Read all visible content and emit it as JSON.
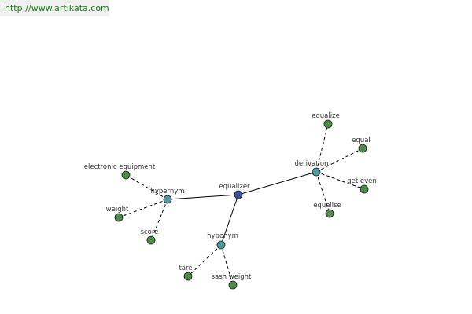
{
  "header": {
    "url": "http://www.artikata.com"
  },
  "colors": {
    "center": "#3a4e9e",
    "relation": "#4f9aa0",
    "leaf": "#4e8a4a",
    "edge": "#000000"
  },
  "nodes": [
    {
      "id": "equalizer",
      "label": "equalizer",
      "kind": "center"
    },
    {
      "id": "hypernym",
      "label": "hypernym",
      "kind": "relation"
    },
    {
      "id": "hyponym",
      "label": "hyponym",
      "kind": "relation"
    },
    {
      "id": "derivation",
      "label": "derivation",
      "kind": "relation"
    },
    {
      "id": "electronic-equipment",
      "label": "electronic equipment",
      "kind": "leaf"
    },
    {
      "id": "weight",
      "label": "weight",
      "kind": "leaf"
    },
    {
      "id": "score",
      "label": "score",
      "kind": "leaf"
    },
    {
      "id": "tare",
      "label": "tare",
      "kind": "leaf"
    },
    {
      "id": "sash-weight",
      "label": "sash weight",
      "kind": "leaf"
    },
    {
      "id": "equalize",
      "label": "equalize",
      "kind": "leaf"
    },
    {
      "id": "equal",
      "label": "equal",
      "kind": "leaf"
    },
    {
      "id": "get-even",
      "label": "get even",
      "kind": "leaf"
    },
    {
      "id": "equalise",
      "label": "equalise",
      "kind": "leaf"
    }
  ],
  "edges": [
    {
      "from": "equalizer",
      "to": "hypernym",
      "style": "solid"
    },
    {
      "from": "equalizer",
      "to": "hyponym",
      "style": "solid"
    },
    {
      "from": "equalizer",
      "to": "derivation",
      "style": "solid"
    },
    {
      "from": "hypernym",
      "to": "electronic-equipment",
      "style": "dashed"
    },
    {
      "from": "hypernym",
      "to": "weight",
      "style": "dashed"
    },
    {
      "from": "hypernym",
      "to": "score",
      "style": "dashed"
    },
    {
      "from": "hyponym",
      "to": "tare",
      "style": "dashed"
    },
    {
      "from": "hyponym",
      "to": "sash-weight",
      "style": "dashed"
    },
    {
      "from": "derivation",
      "to": "equalize",
      "style": "dashed"
    },
    {
      "from": "derivation",
      "to": "equal",
      "style": "dashed"
    },
    {
      "from": "derivation",
      "to": "get-even",
      "style": "dashed"
    },
    {
      "from": "derivation",
      "to": "equalise",
      "style": "dashed"
    }
  ]
}
